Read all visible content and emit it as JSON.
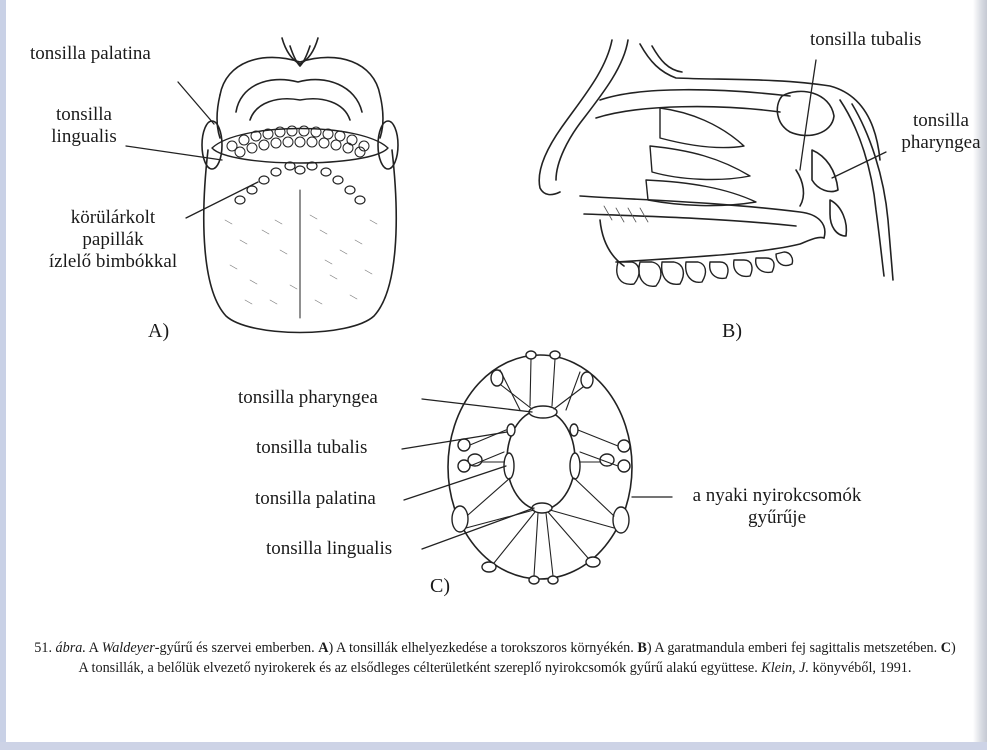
{
  "figure": {
    "panel_a": {
      "label": "A)",
      "callouts": {
        "tonsilla_palatina": "tonsilla palatina",
        "tonsilla_lingualis_line1": "tonsilla",
        "tonsilla_lingualis_line2": "lingualis",
        "papillae_line1": "körülárkolt",
        "papillae_line2": "papillák",
        "papillae_line3": "ízlelő bimbókkal"
      }
    },
    "panel_b": {
      "label": "B)",
      "callouts": {
        "tonsilla_tubalis": "tonsilla tubalis",
        "tonsilla_pharyngea_line1": "tonsilla",
        "tonsilla_pharyngea_line2": "pharyngea"
      }
    },
    "panel_c": {
      "label": "C)",
      "callouts": {
        "tonsilla_pharyngea": "tonsilla pharyngea",
        "tonsilla_tubalis": "tonsilla tubalis",
        "tonsilla_palatina": "tonsilla palatina",
        "tonsilla_lingualis": "tonsilla lingualis",
        "ring_line1": "a nyaki nyirokcsomók",
        "ring_line2": "gyűrűje"
      }
    },
    "caption": {
      "fig_number": "51.",
      "fig_word": "ábra.",
      "t1": " A ",
      "waldeyer": "Waldeyer",
      "t2": "-gyűrű és szervei emberben. ",
      "a": "A",
      "t3": ") A tonsillák elhelyezkedése a torokszoros környékén. ",
      "b": "B",
      "t4": ") A garatmandula emberi fej sagittalis metszetében. ",
      "c": "C",
      "t5": ") A tonsillák, a belőlük elvezető nyirokerek és az elsődleges célterületként szereplő nyirokcsomók gyűrű alakú együttese. ",
      "author": "Klein, J.",
      "t6": " könyvéből, 1991."
    }
  }
}
